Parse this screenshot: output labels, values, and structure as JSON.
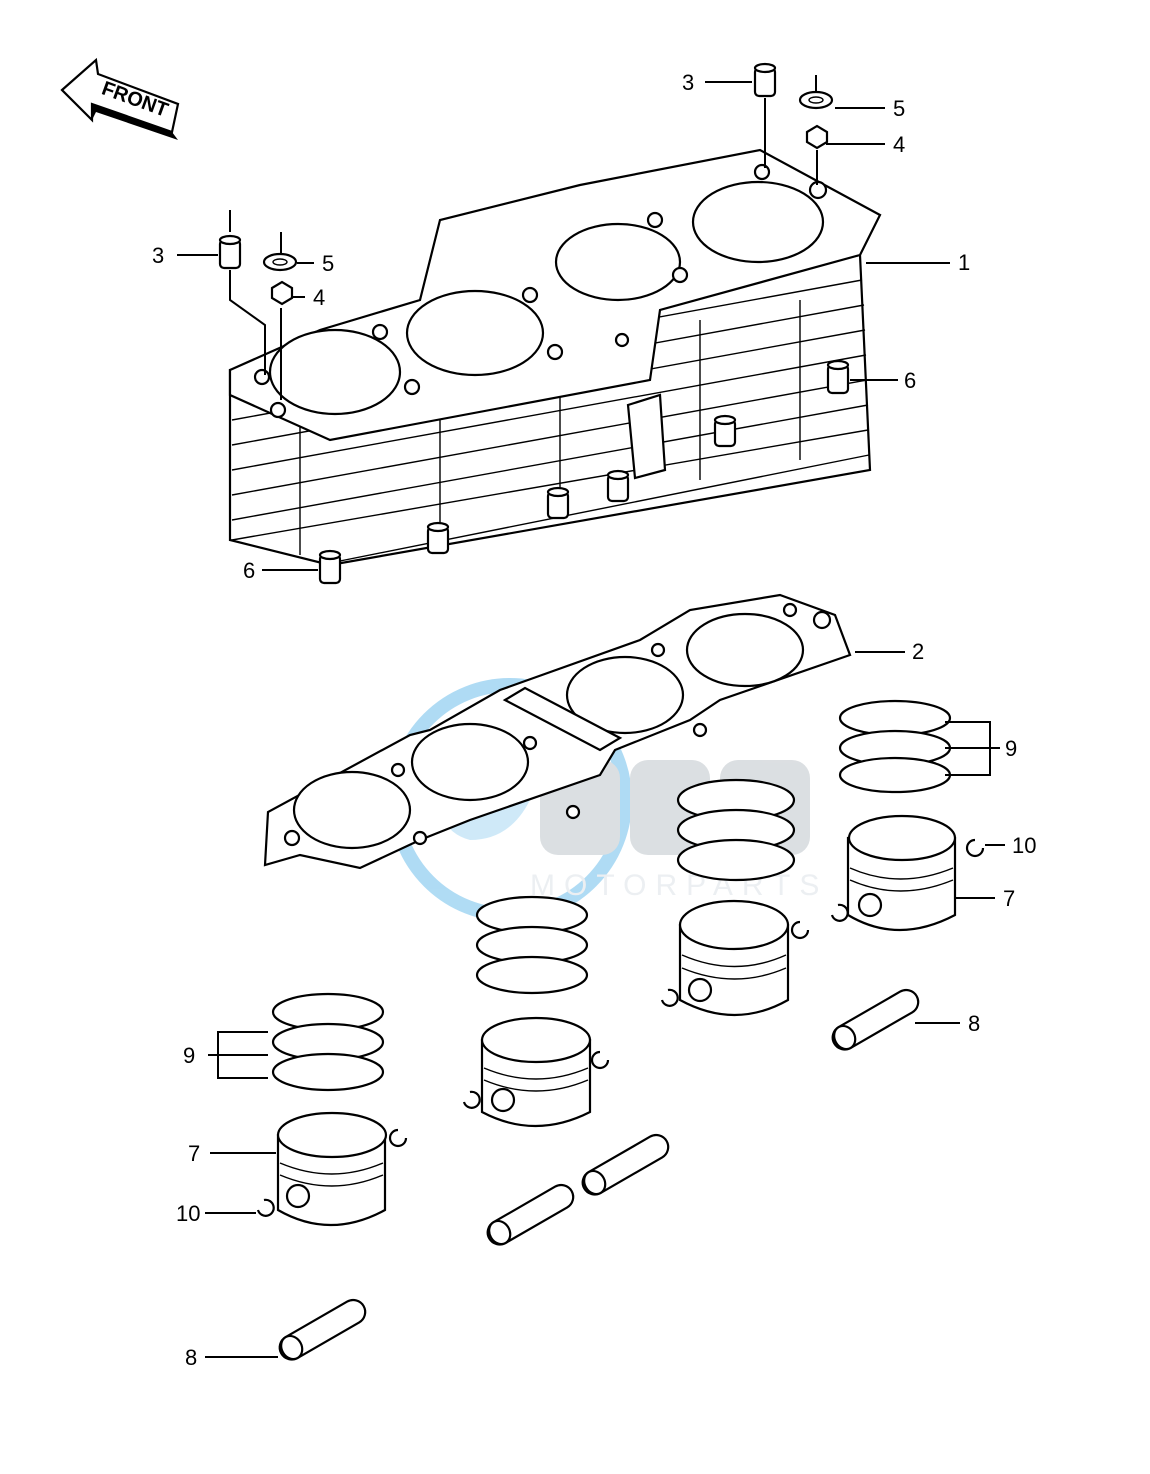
{
  "front_arrow": {
    "text": "FRONT"
  },
  "watermark": {
    "text": "MOTORPARTS",
    "logo": "dsm-logo",
    "color": "#1e9be0"
  },
  "callouts": [
    {
      "id": "c1",
      "text": "1"
    },
    {
      "id": "c2",
      "text": "2"
    },
    {
      "id": "c3a",
      "text": "3"
    },
    {
      "id": "c3b",
      "text": "3"
    },
    {
      "id": "c4a",
      "text": "4"
    },
    {
      "id": "c4b",
      "text": "4"
    },
    {
      "id": "c5a",
      "text": "5"
    },
    {
      "id": "c5b",
      "text": "5"
    },
    {
      "id": "c6a",
      "text": "6"
    },
    {
      "id": "c6b",
      "text": "6"
    },
    {
      "id": "c7a",
      "text": "7"
    },
    {
      "id": "c7b",
      "text": "7"
    },
    {
      "id": "c8a",
      "text": "8"
    },
    {
      "id": "c8b",
      "text": "8"
    },
    {
      "id": "c9a",
      "text": "9"
    },
    {
      "id": "c9b",
      "text": "9"
    },
    {
      "id": "c10a",
      "text": "10"
    },
    {
      "id": "c10b",
      "text": "10"
    }
  ]
}
